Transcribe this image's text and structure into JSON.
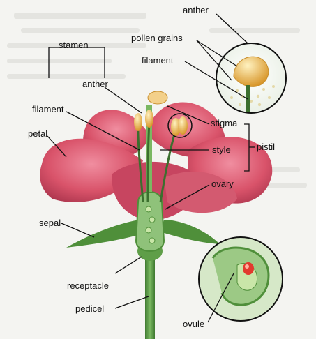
{
  "labels": {
    "anther_top": "anther",
    "pollen_grains": "pollen grains",
    "filament_top": "filament",
    "stamen": "stamen",
    "anther": "anther",
    "filament": "filament",
    "petal": "petal",
    "stigma": "stigma",
    "pistil": "pistil",
    "style": "style",
    "ovary": "ovary",
    "sepal": "sepal",
    "receptacle": "receptacle",
    "pedicel": "pedicel",
    "ovule": "ovule"
  },
  "colors": {
    "petal": "#d9536a",
    "petal_dark": "#b03a52",
    "sepal": "#4f8f3a",
    "stem": "#5a9a45",
    "ovary": "#8fc27a",
    "anther": "#e8b04a",
    "background_text": "#dcdcd6"
  }
}
